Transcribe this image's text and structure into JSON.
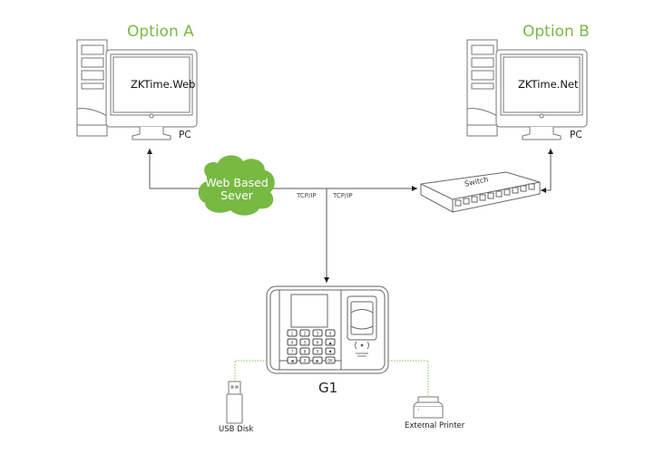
{
  "diagram": {
    "option_a": {
      "title": "Option A",
      "software": "ZKTime.Web",
      "device_label": "PC"
    },
    "option_b": {
      "title": "Option B",
      "software": "ZKTime.Net",
      "device_label": "PC"
    },
    "cloud": {
      "line1": "Web Based",
      "line2": "Sever"
    },
    "switch_label": "Switch",
    "connections": {
      "left": "TCP/IP",
      "right": "TCP/IP"
    },
    "terminal": {
      "name": "G1",
      "keypad": [
        "1",
        "2",
        "3",
        "0",
        "4",
        "5",
        "6",
        "▲",
        "7",
        "8",
        "9",
        "▼",
        "◀",
        "0",
        "▶",
        "OK"
      ]
    },
    "peripherals": {
      "usb": "USB Disk",
      "printer": "External Printer"
    },
    "colors": {
      "accent_green": "#78b943",
      "line": "#555555",
      "dotted_green": "#8cc63f"
    }
  }
}
